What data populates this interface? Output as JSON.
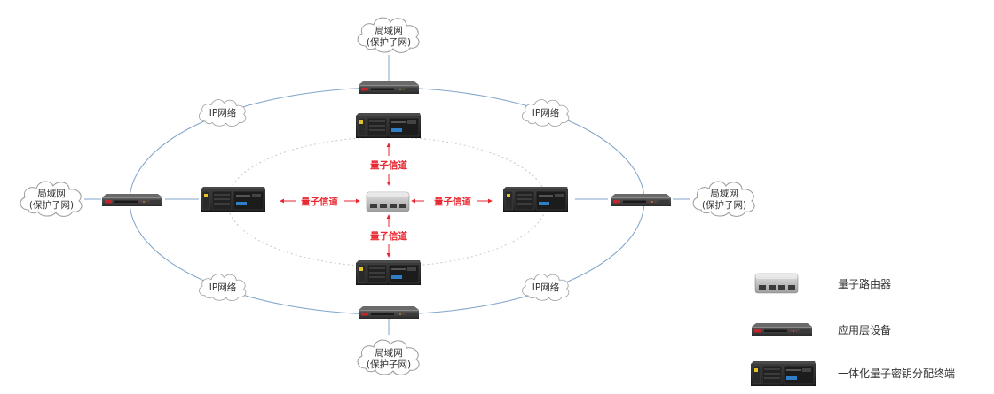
{
  "clouds": {
    "lan_label_1": "局域网",
    "lan_label_2": "(保护子网)",
    "ip_label": "IP网络"
  },
  "channel_label": "量子信道",
  "legend": {
    "items": [
      {
        "icon": "quantum-router-icon",
        "label": "量子路由器"
      },
      {
        "icon": "application-device-icon",
        "label": "应用层设备"
      },
      {
        "icon": "integrated-qkd-terminal-icon",
        "label": "一体化量子密钥分配终端"
      }
    ]
  },
  "colors": {
    "ring": "#7fa3c9",
    "channel": "#e8262f",
    "cloud_stroke": "#9a9a9a",
    "dashed_ellipse": "#c8c8c8"
  }
}
